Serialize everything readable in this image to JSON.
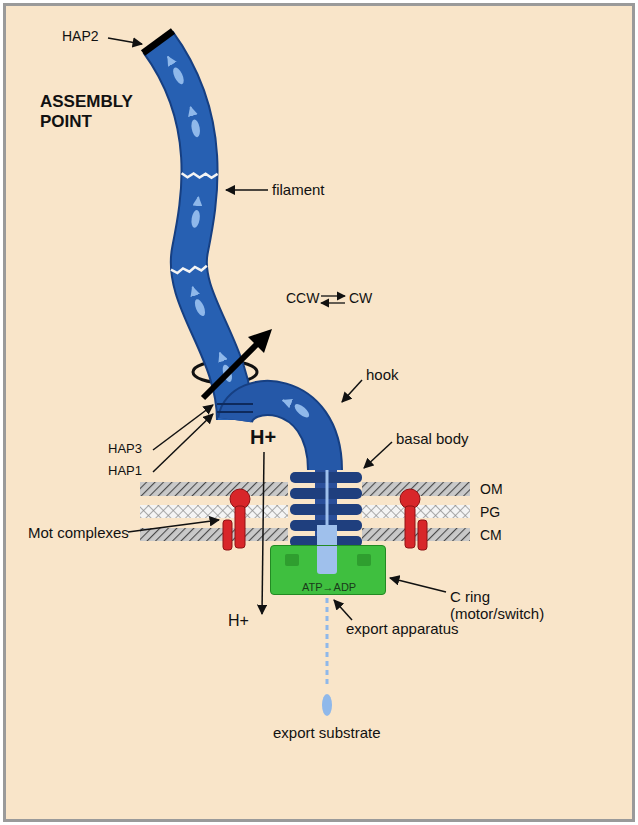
{
  "diagram": {
    "nodes": [
      {
        "text": [
          "ATP→ADP"
        ]
      }
    ],
    "labels": [
      "HAP2",
      "ASSEMBLY POINT",
      "filament",
      "CCW",
      "CW",
      "hook",
      "HAP3",
      "HAP1",
      "H+",
      "basal body",
      "OM",
      "PG",
      "CM",
      "Mot complexes",
      "H+",
      "C ring (motor/switch)",
      "export apparatus",
      "export substrate"
    ]
  }
}
